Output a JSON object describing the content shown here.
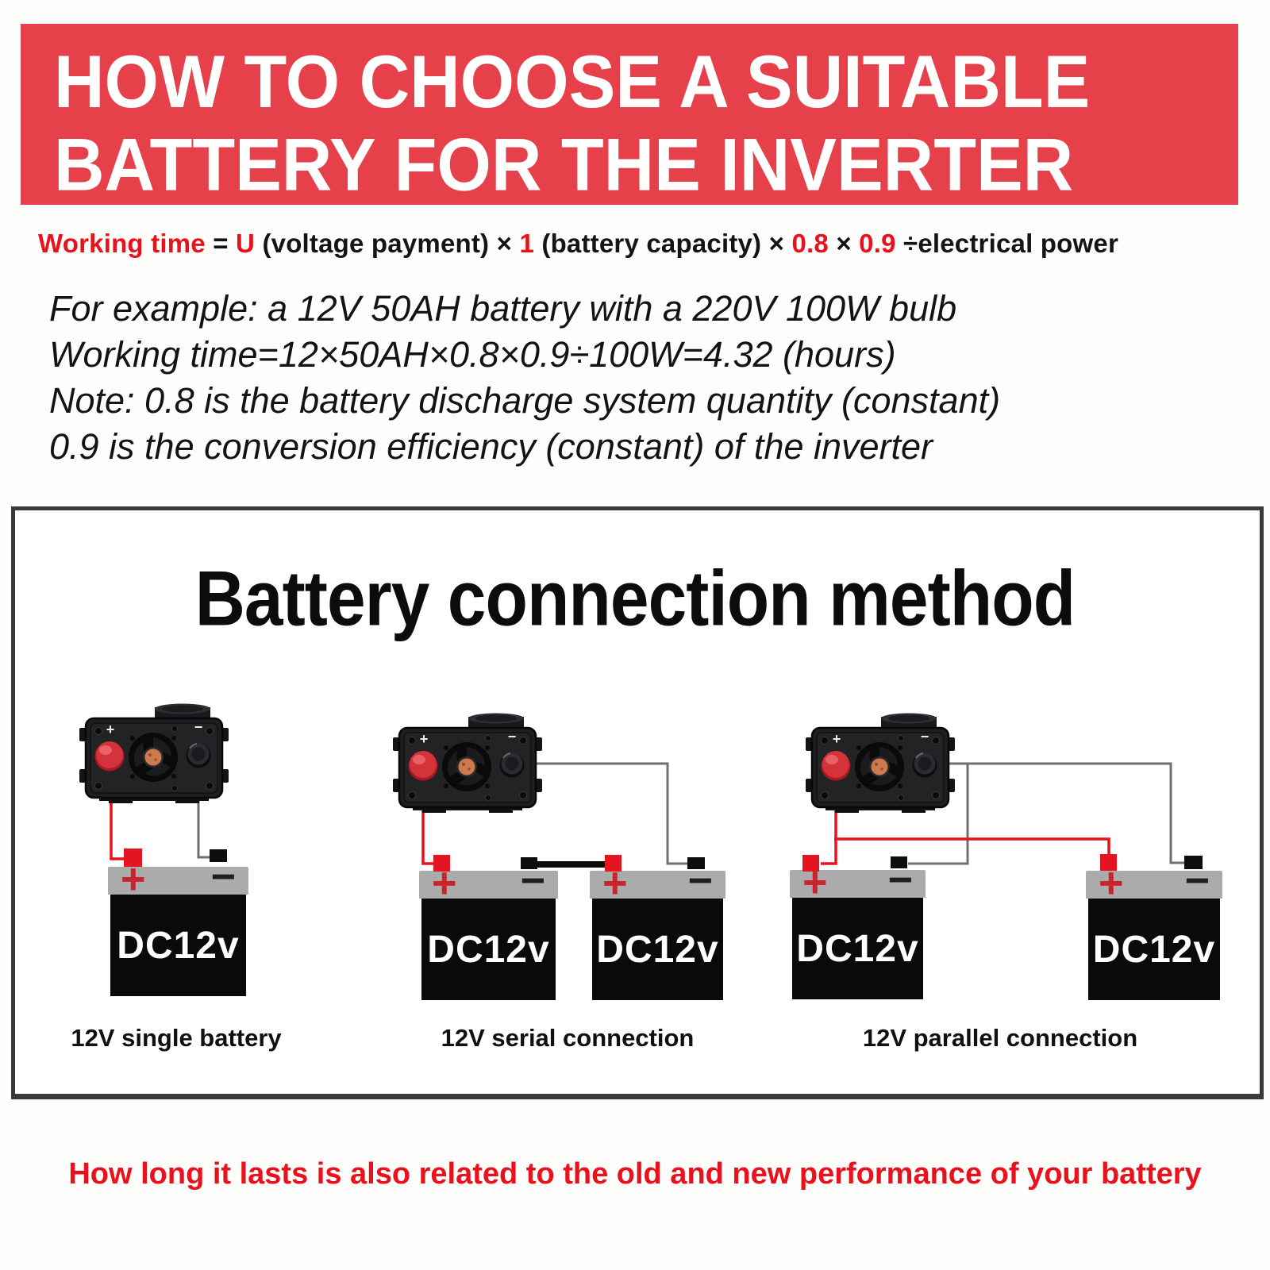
{
  "banner": {
    "line1": "HOW TO CHOOSE A SUITABLE",
    "line2": "BATTERY FOR THE INVERTER"
  },
  "formula": {
    "segments": [
      {
        "text": "Working time ",
        "red": true
      },
      {
        "text": "= ",
        "red": false
      },
      {
        "text": "U",
        "red": true
      },
      {
        "text": " (voltage payment) × ",
        "red": false
      },
      {
        "text": "1",
        "red": true
      },
      {
        "text": " (battery capacity) × ",
        "red": false
      },
      {
        "text": "0.8",
        "red": true
      },
      {
        "text": " × ",
        "red": false
      },
      {
        "text": "0.9",
        "red": true
      },
      {
        "text": " ÷electrical power",
        "red": false
      }
    ]
  },
  "example": {
    "lines": [
      "For example: a 12V 50AH battery with a 220V 100W bulb",
      "Working time=12×50AH×0.8×0.9÷100W=4.32 (hours)",
      "Note: 0.8 is the battery discharge system quantity (constant)",
      "0.9 is the conversion efficiency (constant) of the inverter"
    ]
  },
  "connection_box": {
    "title": "Battery connection method",
    "battery_label": "DC12v",
    "plus": "+",
    "minus": "−",
    "diagrams": [
      {
        "caption": "12V single battery"
      },
      {
        "caption": "12V serial connection"
      },
      {
        "caption": "12V parallel connection"
      }
    ]
  },
  "footer": {
    "text": "How long it lasts is also related to the old and new performance of your battery"
  },
  "colors": {
    "banner_bg": "#e6414b",
    "accent_red": "#e8111c",
    "square_red": "#e41520",
    "wire_gray": "#6f6f6f",
    "battery_strip": "#ababab",
    "battery_body": "#0a0a0a",
    "box_border": "#3a3a3a",
    "text_dark": "#141414"
  }
}
